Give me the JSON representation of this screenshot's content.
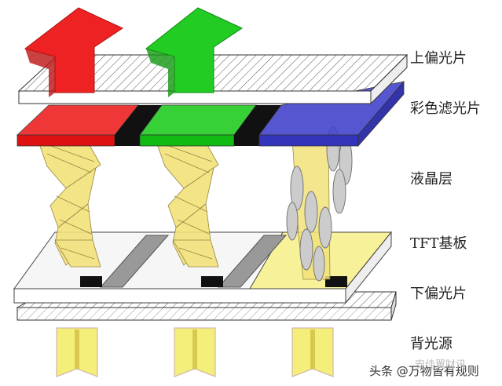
{
  "layers": [
    {
      "label": "上偏光片"
    },
    {
      "label": "彩色滤光片"
    },
    {
      "label": "液晶层"
    },
    {
      "label": "TFT基板"
    },
    {
      "label": "下偏光片"
    },
    {
      "label": "背光源"
    }
  ],
  "watermark": {
    "text": "头条 @万物皆有规则",
    "ghost_text": "安佳翼财讯"
  },
  "colors": {
    "red": "#ee2222",
    "green": "#22cc22",
    "blue": "#4444cc",
    "liquid_crystal": "#f2e27a",
    "backlight": "#f3ef7a",
    "electrode": "#999999",
    "tft": "#111111"
  }
}
